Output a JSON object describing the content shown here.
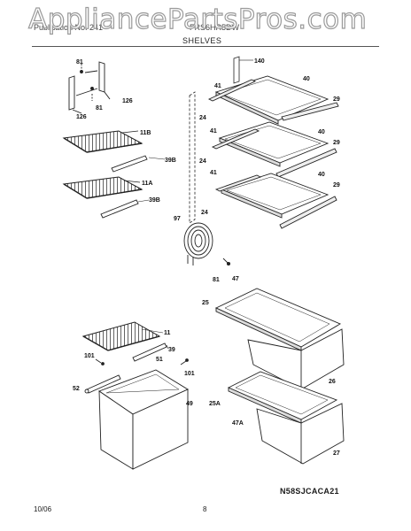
{
  "watermark": "AppliancePartsPros.com",
  "header": {
    "left": "Publication No. 241",
    "right": "FRS6HR5DW",
    "section": "SHELVES"
  },
  "callouts": {
    "c81": "81",
    "c126": "126",
    "c11b": "11B",
    "c39b": "39B",
    "c11a": "11A",
    "c140": "140",
    "c41": "41",
    "c40": "40",
    "c29": "29",
    "c24": "24",
    "c97": "97",
    "c47": "47",
    "c25": "25",
    "c26": "26",
    "c25a": "25A",
    "c47a": "47A",
    "c27": "27",
    "c11": "11",
    "c39": "39",
    "c101": "101",
    "c51": "51",
    "c52": "52",
    "c49": "49"
  },
  "diagram_code": "N58SJCACA21",
  "footer": {
    "date": "10/06",
    "page": "8"
  }
}
